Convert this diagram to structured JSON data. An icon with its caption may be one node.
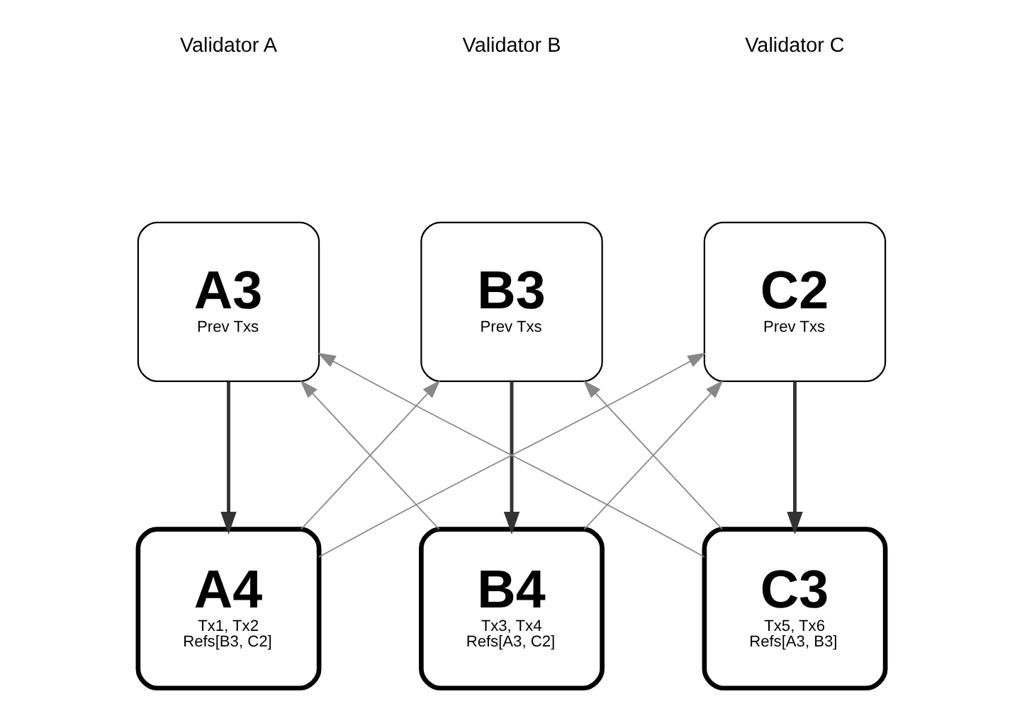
{
  "diagram": {
    "nodes": [
      {
        "text": [
          "A3",
          "Prev Txs"
        ]
      },
      {
        "text": [
          "B3",
          "Prev Txs"
        ]
      },
      {
        "text": [
          "C2",
          "Prev Txs"
        ]
      },
      {
        "text": [
          "A4",
          "Tx1, Tx2",
          "Refs[B3, C2]"
        ]
      },
      {
        "text": [
          "B4",
          "Tx3, Tx4",
          "Refs[A3, C2]"
        ]
      },
      {
        "text": [
          "C3",
          "Tx5, Tx6",
          "Refs[A3, B3]"
        ]
      }
    ],
    "edges": [
      {
        "from": 0,
        "to": 3,
        "arrow": "to",
        "style": "thick",
        "color": "#333333"
      },
      {
        "from": 1,
        "to": 4,
        "arrow": "to",
        "style": "thick",
        "color": "#333333"
      },
      {
        "from": 2,
        "to": 5,
        "arrow": "to",
        "style": "thick",
        "color": "#333333"
      },
      {
        "from": 3,
        "to": 1,
        "arrow": "to"
      },
      {
        "from": 3,
        "to": 2,
        "arrow": "to"
      },
      {
        "from": 4,
        "to": 0,
        "arrow": "to"
      },
      {
        "from": 4,
        "to": 2,
        "arrow": "to"
      },
      {
        "from": 5,
        "to": 0,
        "arrow": "to"
      },
      {
        "from": 5,
        "to": 1,
        "arrow": "to"
      }
    ],
    "labels": [
      "Validator A",
      "Validator B",
      "Validator C"
    ]
  }
}
